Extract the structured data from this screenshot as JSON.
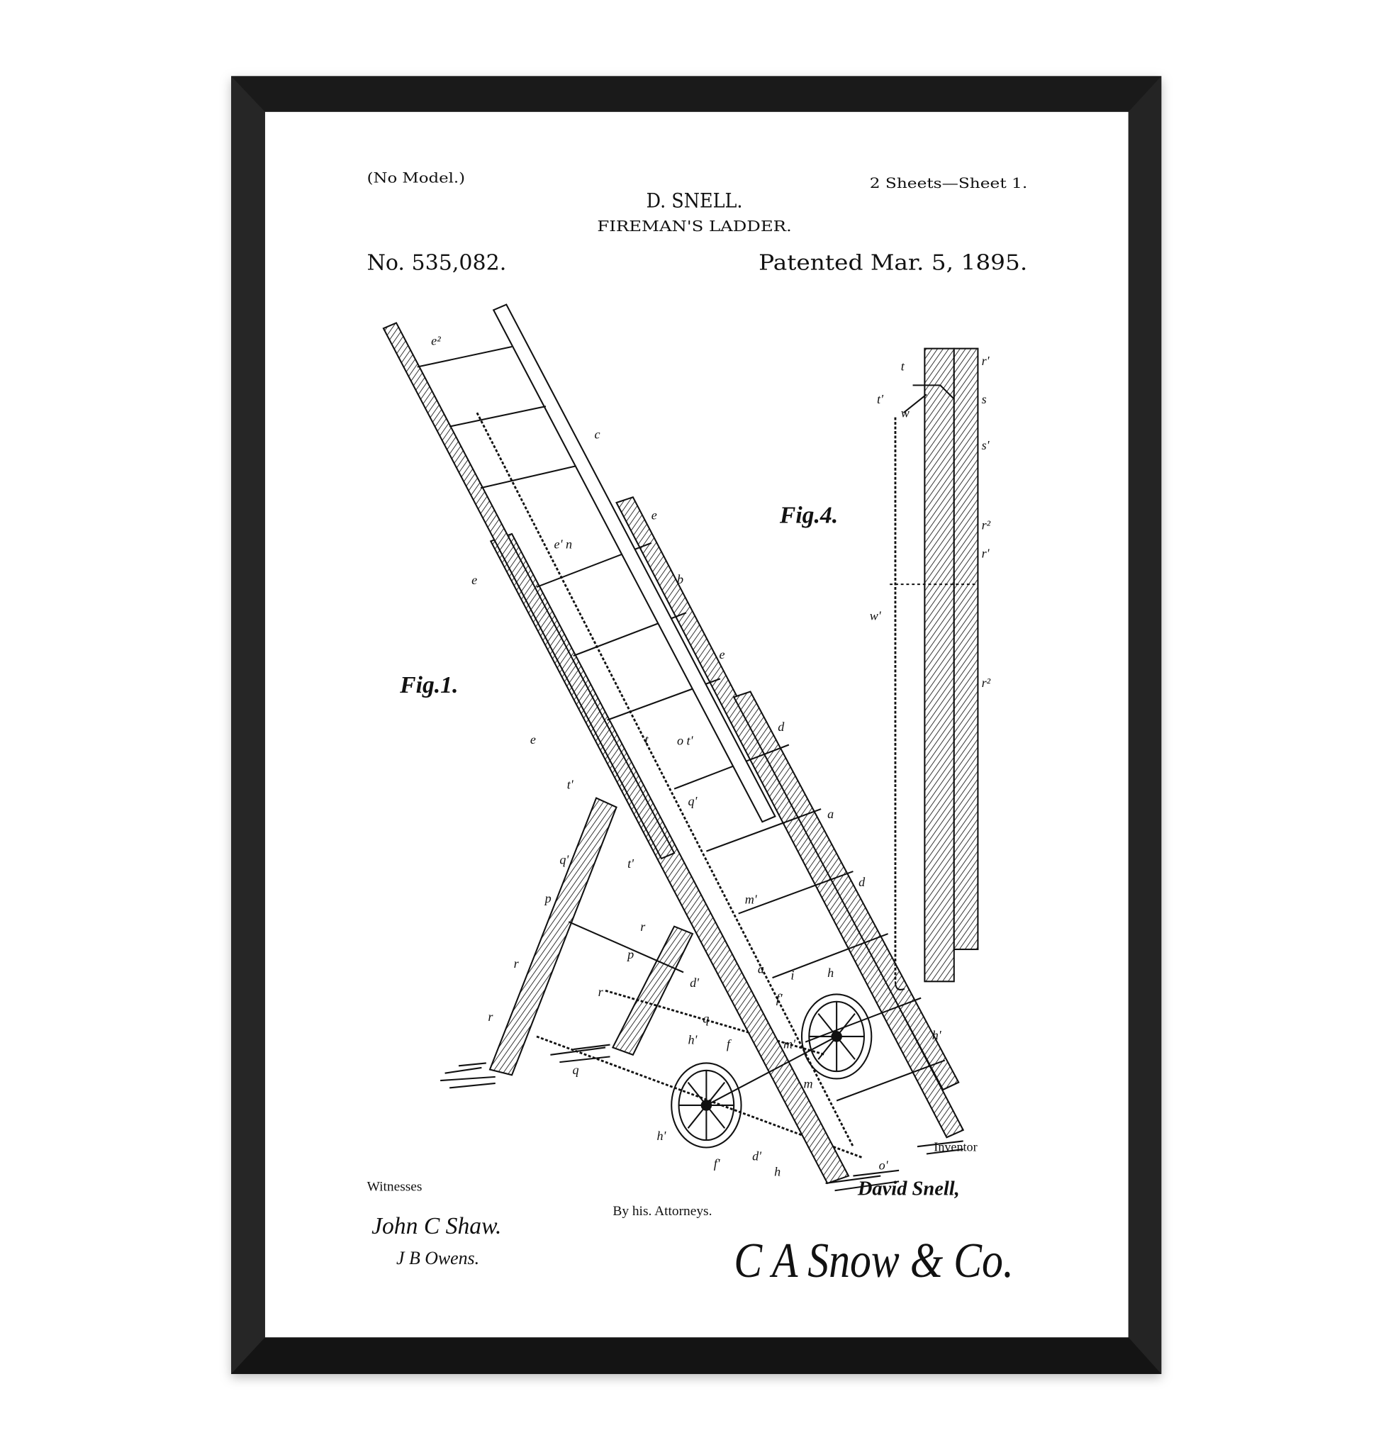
{
  "poster": {
    "no_model": "(No Model.)",
    "sheets": "2 Sheets—Sheet 1.",
    "inventor_name": "D. SNELL.",
    "title": "FIREMAN'S LADDER.",
    "patent_number": "No. 535,082.",
    "patent_date": "Patented Mar. 5, 1895.",
    "fig1_label": "Fig.1.",
    "fig4_label": "Fig.4.",
    "witnesses_label": "Witnesses",
    "witness_1": "John C Shaw.",
    "witness_2": "J B Owens.",
    "inventor_label": "Inventor",
    "inventor_signature": "David Snell,",
    "attorneys_label": "By his. Attorneys.",
    "attorneys_signature": "C A Snow & Co.",
    "fig1_parts": [
      "e²",
      "c",
      "e",
      "e' n",
      "e",
      "b",
      "e",
      "e",
      "d",
      "t",
      "o t'",
      "t'",
      "a",
      "q'",
      "t'",
      "d",
      "q'",
      "p",
      "m'",
      "r",
      "p",
      "r",
      "d'",
      "a",
      "i",
      "h",
      "r",
      "f'",
      "q",
      "h'",
      "f",
      "h'",
      "m'",
      "m",
      "q",
      "h'",
      "f'",
      "d'",
      "h",
      "o'",
      "r"
    ],
    "fig4_parts": [
      "t",
      "r'",
      "t'",
      "s",
      "w",
      "s'",
      "r²",
      "r'",
      "w'",
      "r²"
    ]
  },
  "colors": {
    "frame": "#1c1c1c",
    "paper": "#ffffff",
    "ink": "#111111"
  }
}
